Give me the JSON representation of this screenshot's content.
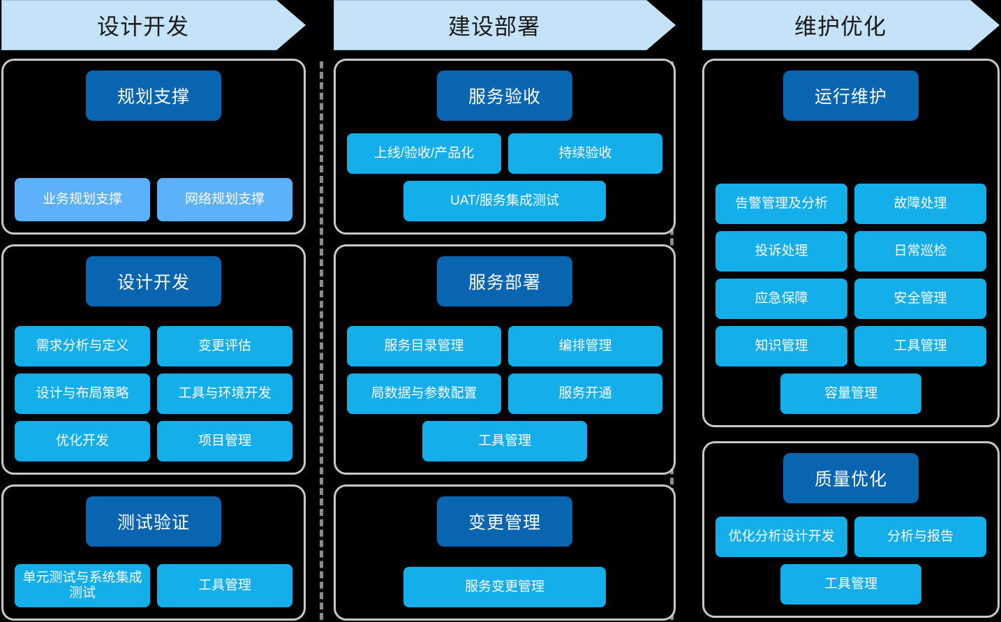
{
  "phases": [
    {
      "title": "设计开发"
    },
    {
      "title": "建设部署"
    },
    {
      "title": "维护优化"
    }
  ],
  "columns": [
    {
      "id": "design-development",
      "panels": [
        {
          "title": "规划支撑",
          "chips": [
            "业务规划支撑",
            "网络规划支撑"
          ]
        },
        {
          "title": "设计开发",
          "chips": [
            "需求分析与定义",
            "变更评估",
            "设计与布局策略",
            "工具与环境开发",
            "优化开发",
            "项目管理"
          ]
        },
        {
          "title": "测试验证",
          "chips": [
            "单元测试与系统集成测试",
            "工具管理"
          ]
        }
      ]
    },
    {
      "id": "construction-deployment",
      "panels": [
        {
          "title": "服务验收",
          "chips": [
            "上线/验收/产品化",
            "持续验收",
            "UAT/服务集成测试"
          ]
        },
        {
          "title": "服务部署",
          "chips": [
            "服务目录管理",
            "编排管理",
            "局数据与参数配置",
            "服务开通",
            "工具管理"
          ]
        },
        {
          "title": "变更管理",
          "chips": [
            "服务变更管理"
          ]
        }
      ]
    },
    {
      "id": "maintenance-optimization",
      "panels": [
        {
          "title": "运行维护",
          "chips": [
            "告警管理及分析",
            "故障处理",
            "投诉处理",
            "日常巡检",
            "应急保障",
            "安全管理",
            "知识管理",
            "工具管理",
            "容量管理"
          ]
        },
        {
          "title": "质量优化",
          "chips": [
            "优化分析设计开发",
            "分析与报告",
            "工具管理"
          ]
        }
      ]
    }
  ],
  "colors": {
    "background": "#000000",
    "header_fill": "#c5e3f8",
    "panel_border": "#c9c9c9",
    "title_pill": "#0a65b0",
    "chip_primary": "#14aeea",
    "chip_soft": "#5db1fb",
    "divider": "#8c8c8c"
  }
}
